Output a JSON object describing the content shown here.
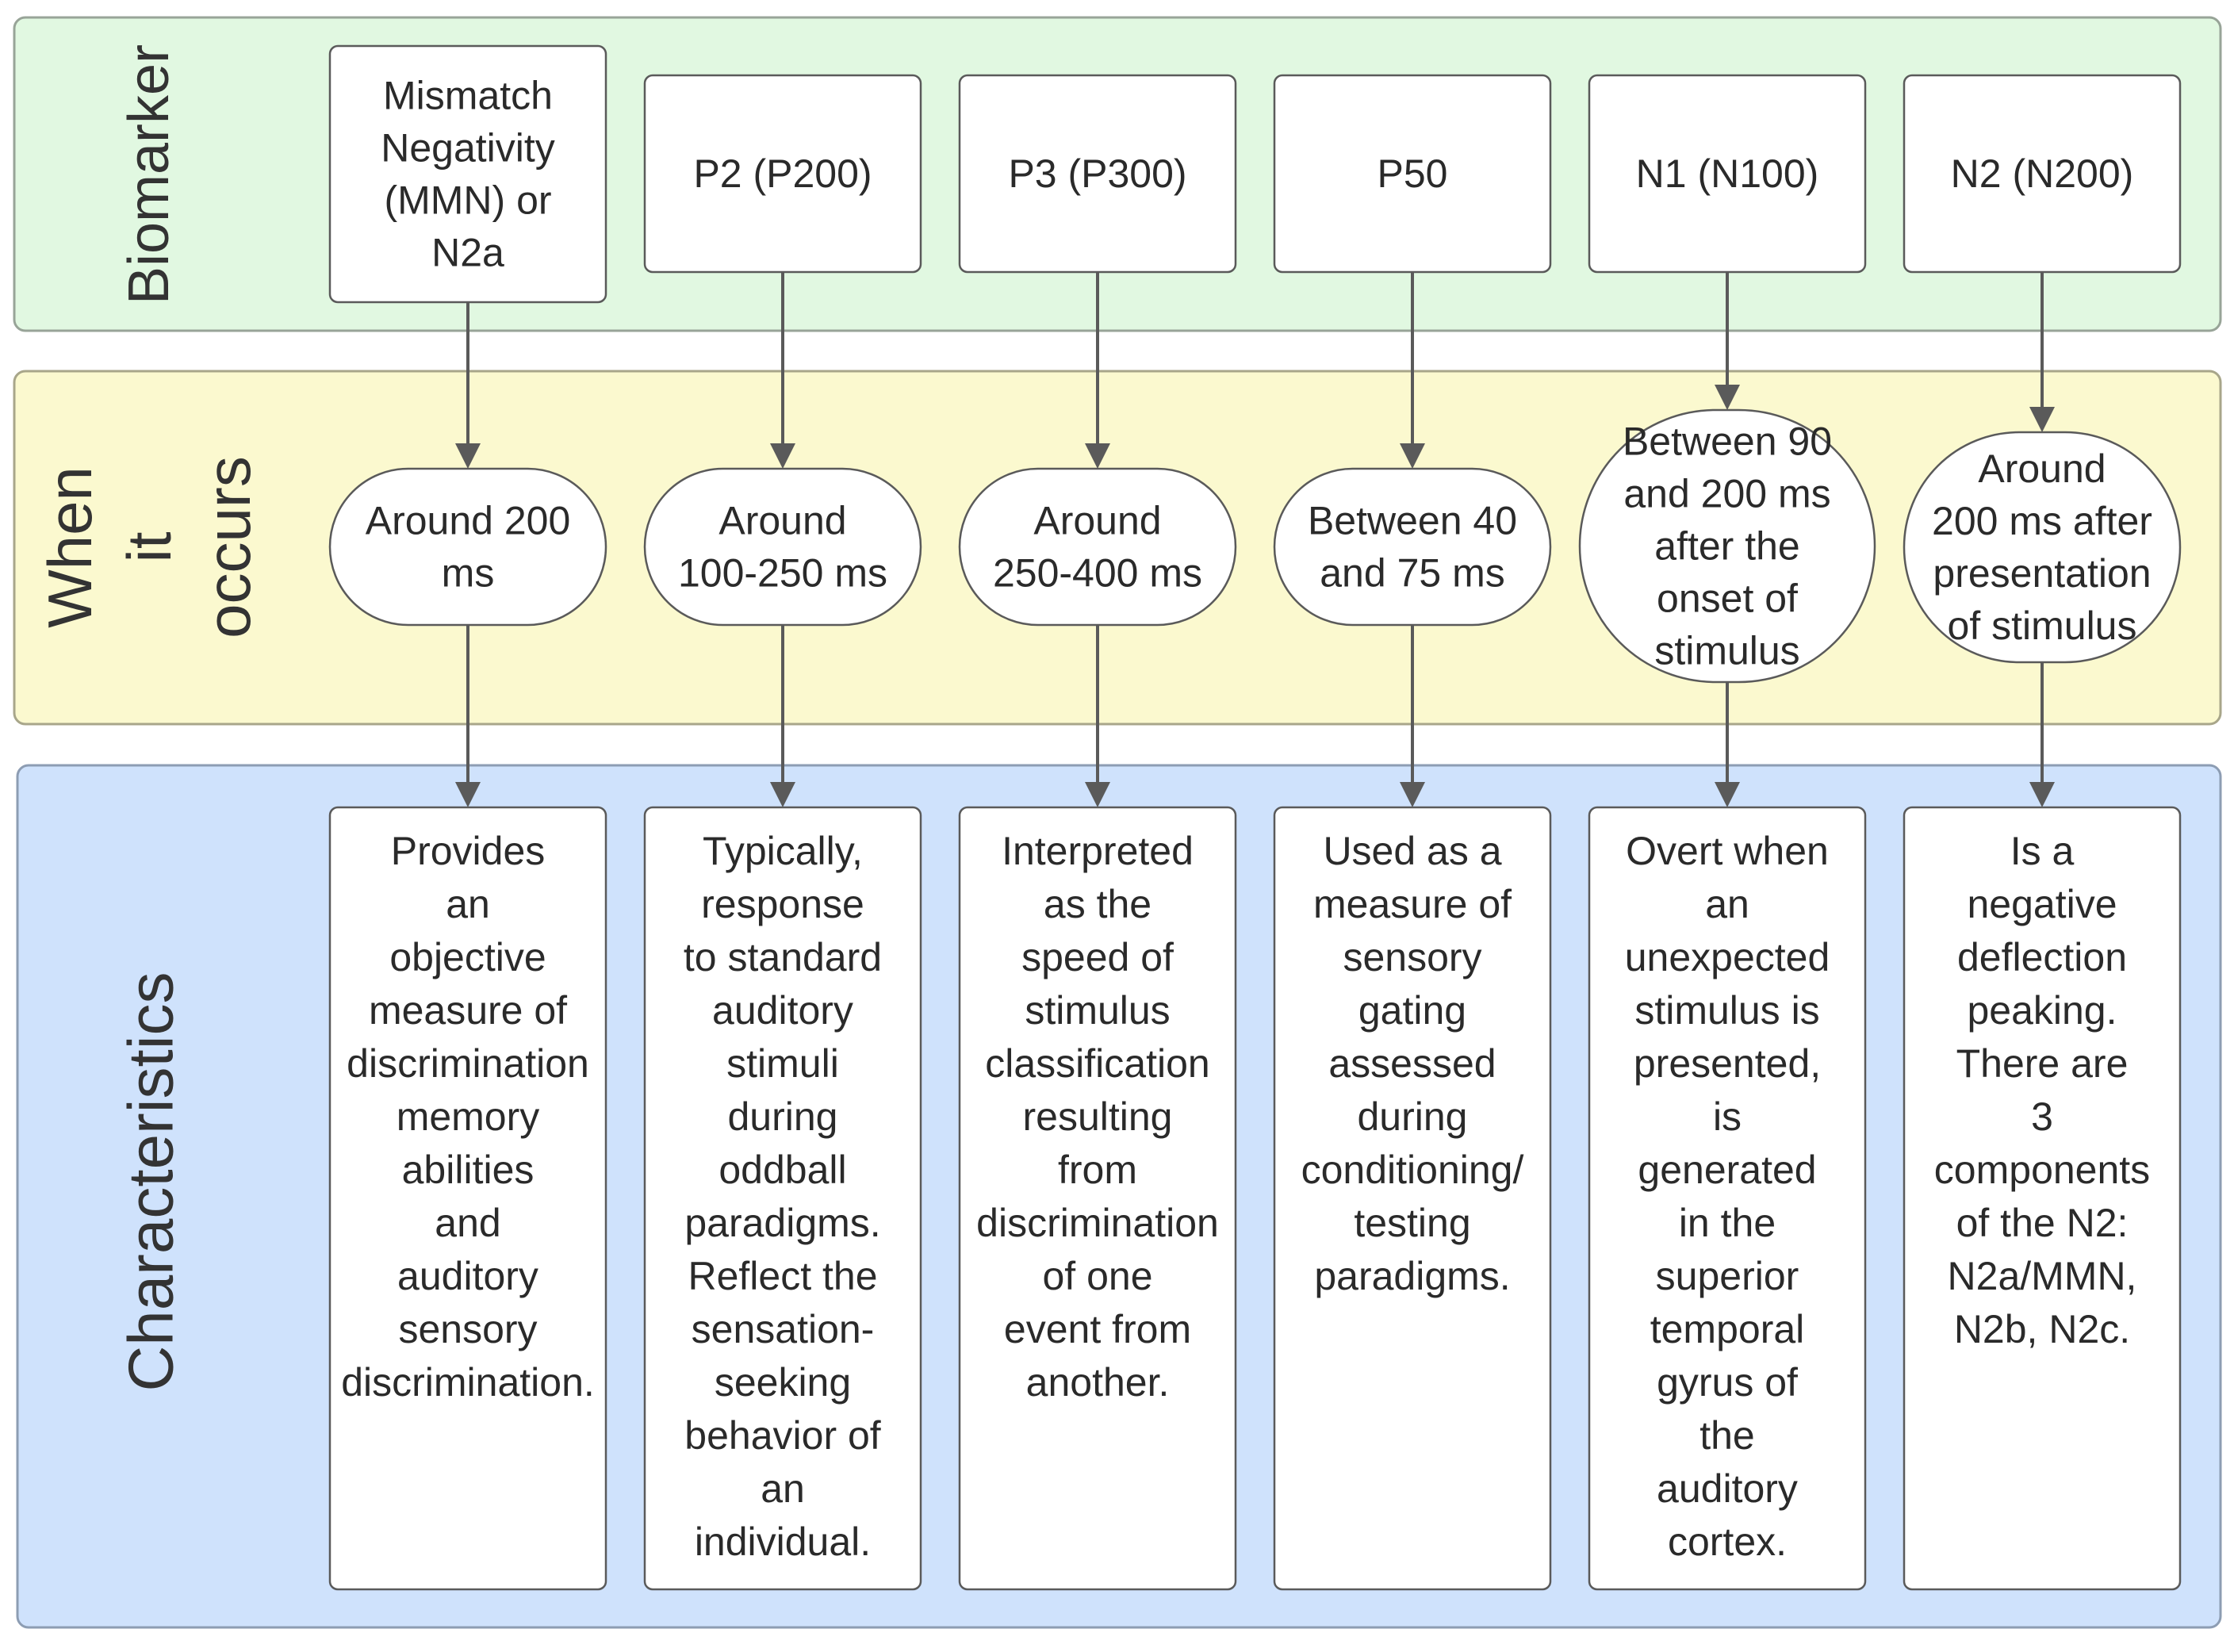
{
  "lanes": {
    "biomarker": {
      "label": "Biomarker",
      "fill": "#e1f8e1",
      "stroke": "#98a498"
    },
    "timing": {
      "label_lines": [
        "When",
        "it",
        "occurs"
      ],
      "fill": "#fbf9cf",
      "stroke": "#a8a68a"
    },
    "characteristics": {
      "label": "Characteristics",
      "fill": "#cfe2fc",
      "stroke": "#8d9db3"
    }
  },
  "colors": {
    "box_fill": "#ffffff",
    "box_stroke": "#5a5a5a",
    "arrow": "#5a5a5a",
    "text": "#2a2a2a",
    "lane_label": "#333333"
  },
  "columns": [
    {
      "biomarker": [
        "Mismatch",
        "Negativity",
        "(MMN) or",
        "N2a"
      ],
      "timing": [
        "Around 200",
        "ms"
      ],
      "characteristics": [
        "Provides",
        "an",
        "objective",
        "measure of",
        "discrimination",
        "memory",
        "abilities",
        "and",
        "auditory",
        "sensory",
        "discrimination."
      ]
    },
    {
      "biomarker": [
        "P2 (P200)"
      ],
      "timing": [
        "Around",
        "100-250 ms"
      ],
      "characteristics": [
        "Typically,",
        "response",
        "to standard",
        "auditory",
        "stimuli",
        "during",
        "oddball",
        "paradigms.",
        "Reflect the",
        "sensation-",
        "seeking",
        "behavior of",
        "an",
        "individual."
      ]
    },
    {
      "biomarker": [
        "P3 (P300)"
      ],
      "timing": [
        "Around",
        "250-400 ms"
      ],
      "characteristics": [
        "Interpreted",
        "as the",
        "speed of",
        "stimulus",
        "classification",
        "resulting",
        "from",
        "discrimination",
        "of one",
        "event from",
        "another."
      ]
    },
    {
      "biomarker": [
        "P50"
      ],
      "timing": [
        "Between 40",
        "and 75 ms"
      ],
      "characteristics": [
        "Used as a",
        "measure of",
        "sensory",
        "gating",
        "assessed",
        "during",
        "conditioning/",
        "testing",
        "paradigms."
      ]
    },
    {
      "biomarker": [
        "N1 (N100)"
      ],
      "timing": [
        "Between 90",
        "and 200 ms",
        "after the",
        "onset of",
        "stimulus"
      ],
      "characteristics": [
        "Overt when",
        "an",
        "unexpected",
        "stimulus is",
        "presented,",
        "is",
        "generated",
        "in the",
        "superior",
        "temporal",
        "gyrus of",
        "the",
        "auditory",
        "cortex."
      ]
    },
    {
      "biomarker": [
        "N2 (N200)"
      ],
      "timing": [
        "Around",
        "200 ms after",
        "presentation",
        "of stimulus"
      ],
      "characteristics": [
        "Is a",
        "negative",
        "deflection",
        "peaking.",
        "There are",
        "3",
        "components",
        "of the N2:",
        "N2a/MMN,",
        "N2b, N2c."
      ]
    }
  ]
}
